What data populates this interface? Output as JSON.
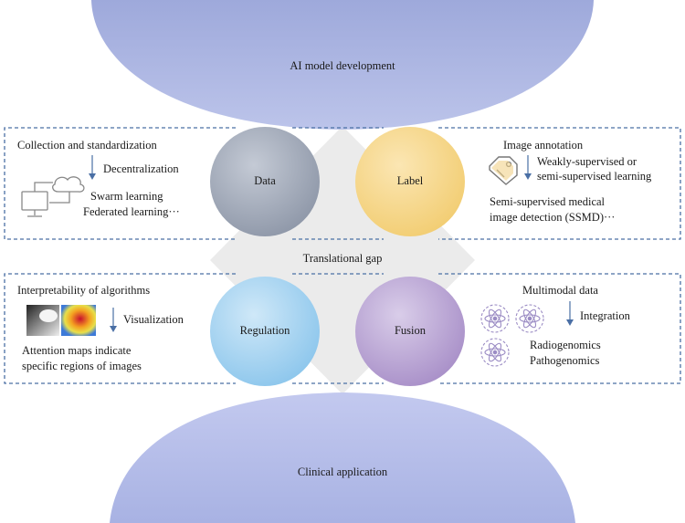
{
  "top_label": "AI model development",
  "bottom_label": "Clinical application",
  "gap_label": "Translational gap",
  "circles": {
    "data": "Data",
    "label": "Label",
    "regulation": "Regulation",
    "fusion": "Fusion"
  },
  "panel_data": {
    "title": "Collection and standardization",
    "step": "Decentralization",
    "line1": "Swarm learning",
    "line2": "Federated learning···"
  },
  "panel_label": {
    "title": "Image annotation",
    "step1": "Weakly-supervised or",
    "step2": "semi-supervised learning",
    "line1": "Semi-supervised medical",
    "line2": "image detection (SSMD)···"
  },
  "panel_regulation": {
    "title": "Interpretability of algorithms",
    "step": "Visualization",
    "line1": "Attention maps indicate",
    "line2": "specific regions of images"
  },
  "panel_fusion": {
    "title": "Multimodal data",
    "step": "Integration",
    "line1": "Radiogenomics",
    "line2": "Pathogenomics"
  },
  "colors": {
    "top_blob": "#a9b4e0",
    "bottom_blob": "#aeb8e6",
    "data_circle": "#9aa3b4",
    "label_circle": "#f5d58a",
    "regulation_circle": "#9fd1f0",
    "fusion_circle": "#b7a2d2",
    "panel_border": "#4a6fa5",
    "arrow": "#4a6fa5"
  }
}
